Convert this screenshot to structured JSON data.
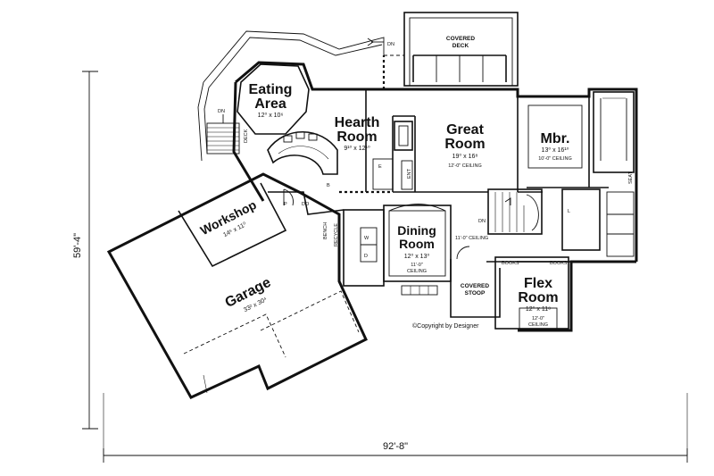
{
  "copyright": "©Copyright by Designer",
  "overall": {
    "width": "92'-8\"",
    "depth": "59'-4\""
  },
  "rooms": {
    "eating": {
      "name_1": "Eating",
      "name_2": "Area",
      "dims": "12⁰ x 10⁶"
    },
    "hearth": {
      "name_1": "Hearth",
      "name_2": "Room",
      "dims": "9¹⁰ x 12¹⁰"
    },
    "great": {
      "name_1": "Great",
      "name_2": "Room",
      "dims": "19⁰ x 16⁸",
      "ceiling": "12'-0\" CEILING"
    },
    "mbr": {
      "name": "Mbr.",
      "dims": "13⁰ x 16¹⁰",
      "ceiling": "10'-0\" CEILING"
    },
    "workshop": {
      "name": "Workshop",
      "dims": "14⁶ x 11⁰"
    },
    "dining": {
      "name_1": "Dining",
      "name_2": "Room",
      "dims": "12⁰ x 13⁰",
      "ceiling_1": "11'-0\"",
      "ceiling_2": "CEILING"
    },
    "garage": {
      "name": "Garage",
      "dims": "33² x 30⁴"
    },
    "flex": {
      "name_1": "Flex",
      "name_2": "Room",
      "dims": "12⁰ x 11⁸",
      "ceiling_1": "12'-0\"",
      "ceiling_2": "CEILING"
    }
  },
  "labels": {
    "covered_deck_1": "COVERED",
    "covered_deck_2": "DECK",
    "covered_stoop_1": "COVERED",
    "covered_stoop_2": "STOOP",
    "hall_ceiling": "11'-0\" CEILING",
    "dn_deck": "DN",
    "dn_left": "DN",
    "dn_stair": "DN",
    "deck_small": "DECK",
    "ent": "ENT",
    "bench": "BENCH",
    "recycle": "RECYCLE",
    "w": "W",
    "d": "D",
    "p": "P",
    "do": "DO",
    "books_1": "BOOKS",
    "books_2": "BOOKS",
    "seat": "SEAT",
    "l": "L",
    "e": "E",
    "b": "B"
  }
}
